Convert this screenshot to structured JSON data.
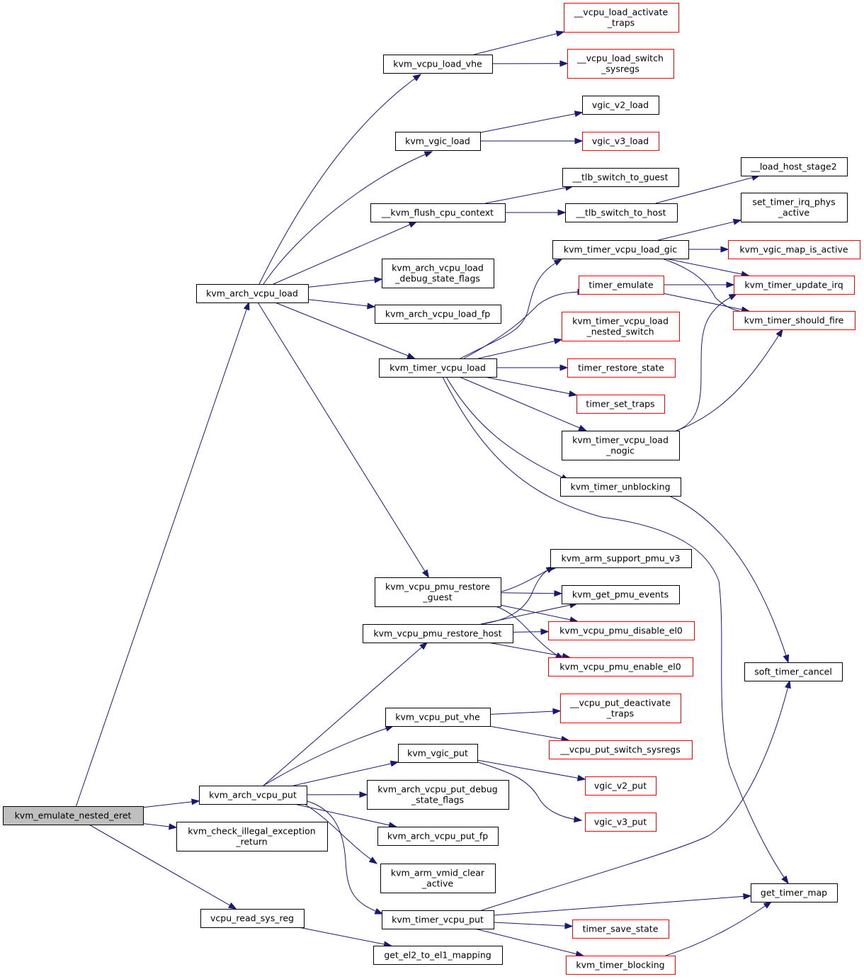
{
  "colors": {
    "edge": "#191970",
    "border_normal": "#000000",
    "border_truncated": "#ff0000",
    "fill_root": "#bfbfbf",
    "fill_normal": "#ffffff"
  },
  "nodes": [
    {
      "id": "n_root",
      "lines": [
        "kvm_emulate_nested_eret"
      ],
      "kind": "root"
    },
    {
      "id": "n_arch_load",
      "lines": [
        "kvm_arch_vcpu_load"
      ],
      "kind": "normal"
    },
    {
      "id": "n_arch_put",
      "lines": [
        "kvm_arch_vcpu_put"
      ],
      "kind": "normal"
    },
    {
      "id": "n_check_illegal",
      "lines": [
        "kvm_check_illegal_exception",
        "_return"
      ],
      "kind": "normal"
    },
    {
      "id": "n_read_sys_reg",
      "lines": [
        "vcpu_read_sys_reg"
      ],
      "kind": "normal"
    },
    {
      "id": "n_get_el2",
      "lines": [
        "get_el2_to_el1_mapping"
      ],
      "kind": "normal"
    },
    {
      "id": "n_load_vhe",
      "lines": [
        "kvm_vcpu_load_vhe"
      ],
      "kind": "normal"
    },
    {
      "id": "n_vgic_load",
      "lines": [
        "kvm_vgic_load"
      ],
      "kind": "normal"
    },
    {
      "id": "n_flush_cpu",
      "lines": [
        "__kvm_flush_cpu_context"
      ],
      "kind": "normal"
    },
    {
      "id": "n_load_debug",
      "lines": [
        "kvm_arch_vcpu_load",
        "_debug_state_flags"
      ],
      "kind": "normal"
    },
    {
      "id": "n_load_fp",
      "lines": [
        "kvm_arch_vcpu_load_fp"
      ],
      "kind": "normal"
    },
    {
      "id": "n_timer_load",
      "lines": [
        "kvm_timer_vcpu_load"
      ],
      "kind": "normal"
    },
    {
      "id": "n_pmu_restore_guest",
      "lines": [
        "kvm_vcpu_pmu_restore",
        "_guest"
      ],
      "kind": "normal"
    },
    {
      "id": "n_pmu_restore_host",
      "lines": [
        "kvm_vcpu_pmu_restore_host"
      ],
      "kind": "normal"
    },
    {
      "id": "n_put_vhe",
      "lines": [
        "kvm_vcpu_put_vhe"
      ],
      "kind": "normal"
    },
    {
      "id": "n_vgic_put",
      "lines": [
        "kvm_vgic_put"
      ],
      "kind": "normal"
    },
    {
      "id": "n_put_debug",
      "lines": [
        "kvm_arch_vcpu_put_debug",
        "_state_flags"
      ],
      "kind": "normal"
    },
    {
      "id": "n_put_fp",
      "lines": [
        "kvm_arch_vcpu_put_fp"
      ],
      "kind": "normal"
    },
    {
      "id": "n_vmid_clear",
      "lines": [
        "kvm_arm_vmid_clear",
        "_active"
      ],
      "kind": "normal"
    },
    {
      "id": "n_timer_put",
      "lines": [
        "kvm_timer_vcpu_put"
      ],
      "kind": "normal"
    },
    {
      "id": "n_load_activate_traps",
      "lines": [
        "__vcpu_load_activate",
        "_traps"
      ],
      "kind": "truncated"
    },
    {
      "id": "n_load_switch_sysregs",
      "lines": [
        "__vcpu_load_switch",
        "_sysregs"
      ],
      "kind": "truncated"
    },
    {
      "id": "n_vgic_v2_load",
      "lines": [
        "vgic_v2_load"
      ],
      "kind": "normal"
    },
    {
      "id": "n_vgic_v3_load",
      "lines": [
        "vgic_v3_load"
      ],
      "kind": "truncated"
    },
    {
      "id": "n_tlb_to_guest",
      "lines": [
        "__tlb_switch_to_guest"
      ],
      "kind": "normal"
    },
    {
      "id": "n_tlb_to_host",
      "lines": [
        "__tlb_switch_to_host"
      ],
      "kind": "normal"
    },
    {
      "id": "n_load_host_stage2",
      "lines": [
        "__load_host_stage2"
      ],
      "kind": "normal"
    },
    {
      "id": "n_set_irq_phys",
      "lines": [
        "set_timer_irq_phys",
        "_active"
      ],
      "kind": "normal"
    },
    {
      "id": "n_timer_load_gic",
      "lines": [
        "kvm_timer_vcpu_load_gic"
      ],
      "kind": "normal"
    },
    {
      "id": "n_vgic_map_active",
      "lines": [
        "kvm_vgic_map_is_active"
      ],
      "kind": "truncated"
    },
    {
      "id": "n_timer_emulate",
      "lines": [
        "timer_emulate"
      ],
      "kind": "truncated"
    },
    {
      "id": "n_timer_update_irq",
      "lines": [
        "kvm_timer_update_irq"
      ],
      "kind": "truncated"
    },
    {
      "id": "n_timer_should_fire",
      "lines": [
        "kvm_timer_should_fire"
      ],
      "kind": "truncated"
    },
    {
      "id": "n_load_nested",
      "lines": [
        "kvm_timer_vcpu_load",
        "_nested_switch"
      ],
      "kind": "truncated"
    },
    {
      "id": "n_restore_state",
      "lines": [
        "timer_restore_state"
      ],
      "kind": "truncated"
    },
    {
      "id": "n_set_traps",
      "lines": [
        "timer_set_traps"
      ],
      "kind": "truncated"
    },
    {
      "id": "n_load_nogic",
      "lines": [
        "kvm_timer_vcpu_load",
        "_nogic"
      ],
      "kind": "normal"
    },
    {
      "id": "n_unblocking",
      "lines": [
        "kvm_timer_unblocking"
      ],
      "kind": "normal"
    },
    {
      "id": "n_support_pmu",
      "lines": [
        "kvm_arm_support_pmu_v3"
      ],
      "kind": "normal"
    },
    {
      "id": "n_get_pmu_events",
      "lines": [
        "kvm_get_pmu_events"
      ],
      "kind": "normal"
    },
    {
      "id": "n_pmu_disable",
      "lines": [
        "kvm_vcpu_pmu_disable_el0"
      ],
      "kind": "truncated"
    },
    {
      "id": "n_pmu_enable",
      "lines": [
        "kvm_vcpu_pmu_enable_el0"
      ],
      "kind": "truncated"
    },
    {
      "id": "n_soft_timer_cancel",
      "lines": [
        "soft_timer_cancel"
      ],
      "kind": "normal"
    },
    {
      "id": "n_put_deactivate",
      "lines": [
        "__vcpu_put_deactivate",
        "_traps"
      ],
      "kind": "truncated"
    },
    {
      "id": "n_put_switch_sysregs",
      "lines": [
        "__vcpu_put_switch_sysregs"
      ],
      "kind": "truncated"
    },
    {
      "id": "n_vgic_v2_put",
      "lines": [
        "vgic_v2_put"
      ],
      "kind": "truncated"
    },
    {
      "id": "n_vgic_v3_put",
      "lines": [
        "vgic_v3_put"
      ],
      "kind": "truncated"
    },
    {
      "id": "n_get_timer_map",
      "lines": [
        "get_timer_map"
      ],
      "kind": "normal"
    },
    {
      "id": "n_timer_save_state",
      "lines": [
        "timer_save_state"
      ],
      "kind": "truncated"
    },
    {
      "id": "n_timer_blocking",
      "lines": [
        "kvm_timer_blocking"
      ],
      "kind": "truncated"
    }
  ],
  "edges": [
    {
      "from": "n_root",
      "to": "n_arch_load"
    },
    {
      "from": "n_root",
      "to": "n_arch_put"
    },
    {
      "from": "n_root",
      "to": "n_check_illegal"
    },
    {
      "from": "n_root",
      "to": "n_read_sys_reg"
    },
    {
      "from": "n_read_sys_reg",
      "to": "n_get_el2"
    },
    {
      "from": "n_arch_load",
      "to": "n_load_vhe"
    },
    {
      "from": "n_arch_load",
      "to": "n_vgic_load"
    },
    {
      "from": "n_arch_load",
      "to": "n_flush_cpu"
    },
    {
      "from": "n_arch_load",
      "to": "n_load_debug"
    },
    {
      "from": "n_arch_load",
      "to": "n_load_fp"
    },
    {
      "from": "n_arch_load",
      "to": "n_timer_load"
    },
    {
      "from": "n_arch_load",
      "to": "n_pmu_restore_guest"
    },
    {
      "from": "n_load_vhe",
      "to": "n_load_activate_traps"
    },
    {
      "from": "n_load_vhe",
      "to": "n_load_switch_sysregs"
    },
    {
      "from": "n_vgic_load",
      "to": "n_vgic_v2_load"
    },
    {
      "from": "n_vgic_load",
      "to": "n_vgic_v3_load"
    },
    {
      "from": "n_flush_cpu",
      "to": "n_tlb_to_guest"
    },
    {
      "from": "n_flush_cpu",
      "to": "n_tlb_to_host"
    },
    {
      "from": "n_tlb_to_host",
      "to": "n_load_host_stage2"
    },
    {
      "from": "n_timer_load",
      "to": "n_timer_load_gic"
    },
    {
      "from": "n_timer_load",
      "to": "n_timer_emulate"
    },
    {
      "from": "n_timer_load",
      "to": "n_load_nested"
    },
    {
      "from": "n_timer_load",
      "to": "n_restore_state"
    },
    {
      "from": "n_timer_load",
      "to": "n_set_traps"
    },
    {
      "from": "n_timer_load",
      "to": "n_load_nogic"
    },
    {
      "from": "n_timer_load",
      "to": "n_unblocking"
    },
    {
      "from": "n_timer_load",
      "to": "n_get_timer_map"
    },
    {
      "from": "n_timer_load_gic",
      "to": "n_set_irq_phys"
    },
    {
      "from": "n_timer_load_gic",
      "to": "n_vgic_map_active"
    },
    {
      "from": "n_timer_load_gic",
      "to": "n_timer_update_irq"
    },
    {
      "from": "n_timer_load_gic",
      "to": "n_timer_should_fire"
    },
    {
      "from": "n_timer_emulate",
      "to": "n_timer_update_irq"
    },
    {
      "from": "n_timer_emulate",
      "to": "n_timer_should_fire"
    },
    {
      "from": "n_load_nogic",
      "to": "n_timer_update_irq"
    },
    {
      "from": "n_load_nogic",
      "to": "n_timer_should_fire"
    },
    {
      "from": "n_unblocking",
      "to": "n_soft_timer_cancel"
    },
    {
      "from": "n_pmu_restore_guest",
      "to": "n_support_pmu"
    },
    {
      "from": "n_pmu_restore_guest",
      "to": "n_get_pmu_events"
    },
    {
      "from": "n_pmu_restore_guest",
      "to": "n_pmu_disable"
    },
    {
      "from": "n_pmu_restore_guest",
      "to": "n_pmu_enable"
    },
    {
      "from": "n_pmu_restore_host",
      "to": "n_support_pmu"
    },
    {
      "from": "n_pmu_restore_host",
      "to": "n_get_pmu_events"
    },
    {
      "from": "n_pmu_restore_host",
      "to": "n_pmu_disable"
    },
    {
      "from": "n_pmu_restore_host",
      "to": "n_pmu_enable"
    },
    {
      "from": "n_arch_put",
      "to": "n_pmu_restore_host"
    },
    {
      "from": "n_arch_put",
      "to": "n_put_vhe"
    },
    {
      "from": "n_arch_put",
      "to": "n_vgic_put"
    },
    {
      "from": "n_arch_put",
      "to": "n_put_debug"
    },
    {
      "from": "n_arch_put",
      "to": "n_put_fp"
    },
    {
      "from": "n_arch_put",
      "to": "n_vmid_clear"
    },
    {
      "from": "n_arch_put",
      "to": "n_timer_put"
    },
    {
      "from": "n_put_vhe",
      "to": "n_put_deactivate"
    },
    {
      "from": "n_put_vhe",
      "to": "n_put_switch_sysregs"
    },
    {
      "from": "n_vgic_put",
      "to": "n_vgic_v2_put"
    },
    {
      "from": "n_vgic_put",
      "to": "n_vgic_v3_put"
    },
    {
      "from": "n_timer_put",
      "to": "n_soft_timer_cancel"
    },
    {
      "from": "n_timer_put",
      "to": "n_get_timer_map"
    },
    {
      "from": "n_timer_put",
      "to": "n_timer_save_state"
    },
    {
      "from": "n_timer_put",
      "to": "n_timer_blocking"
    },
    {
      "from": "n_timer_blocking",
      "to": "n_get_timer_map"
    }
  ]
}
